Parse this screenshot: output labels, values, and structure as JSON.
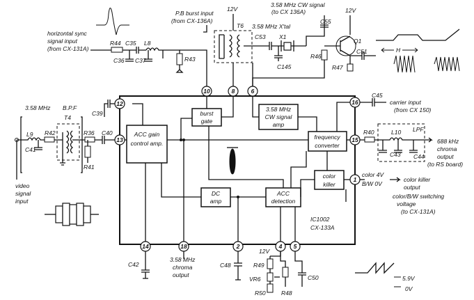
{
  "blocks": {
    "acc_gain_line1": "ACC gain",
    "acc_gain_line2": "control amp.",
    "burst_gate_line1": "burst",
    "burst_gate_line2": "gate",
    "cw_amp_line1": "3.58 MHz",
    "cw_amp_line2": "CW signal",
    "cw_amp_line3": "amp",
    "freq_conv_line1": "frequency",
    "freq_conv_line2": "converter",
    "color_killer_line1": "color",
    "color_killer_line2": "killer",
    "dc_amp_line1": "DC",
    "dc_amp_line2": "amp",
    "acc_detection_line1": "ACC",
    "acc_detection_line2": "detection"
  },
  "pins": {
    "p10": "10",
    "p8": "8",
    "p6": "6",
    "p12": "12",
    "p13": "13",
    "p16": "16",
    "p15": "15",
    "p1": "1",
    "p14": "14",
    "p18": "18",
    "p2": "2",
    "p4": "4",
    "p5": "5"
  },
  "components": {
    "r44": "R44",
    "c35": "C35",
    "l8": "L8",
    "c36": "C36",
    "c37": "C37",
    "r43": "R43",
    "t6": "T6",
    "c53": "C53",
    "x1": "X1",
    "c145": "C145",
    "c55": "C55",
    "q1": "Q1",
    "r46": "R46",
    "r47": "R47",
    "c51": "C51",
    "t4": "T4",
    "l9": "L9",
    "r42": "R42",
    "c41": "C41",
    "r36": "R36",
    "c40": "C40",
    "r41": "R41",
    "c39": "C39",
    "c45": "C45",
    "r40": "R40",
    "l10": "L10",
    "c43": "C43",
    "c44": "C44",
    "c42": "C42",
    "c48": "C48",
    "r49": "R49",
    "vr6": "VR6",
    "r50": "R50",
    "r48": "R48",
    "c50": "C50"
  },
  "labels": {
    "hsync_line1": "horizontal sync",
    "hsync_line2": "signal input",
    "hsync_line3": "(from CX-131A)",
    "pb_burst_line1": "P.B burst input",
    "pb_burst_line2": "(from CX-136A)",
    "v12": "12V",
    "xtal": "3.58 MHz X'tal",
    "cw_signal_line1": "3.58 MHz CW signal",
    "cw_signal_line2": "(to CX 136A)",
    "h": "H",
    "bpf_freq": "3.58 MHz",
    "bpf": "B.P.F",
    "video_line1": "video",
    "video_line2": "signal",
    "video_line3": "input",
    "carrier_line1": "carrier input",
    "carrier_line2": "(from CX 150)",
    "lpf": "LPF",
    "chroma_out_line1": "688 kHz",
    "chroma_out_line2": "chroma",
    "chroma_out_line3": "output",
    "chroma_out_line4": "(to RS board)",
    "killer_color": "color 4V",
    "killer_bw": "B/W 0V",
    "killer_out_line1": "color killer",
    "killer_out_line2": "output",
    "switching_line1": "color/B/W switching",
    "switching_line2": "voltage",
    "switching_line3": "(to CX-131A)",
    "ic_ref": "IC1002",
    "ic_part": "CX-133A",
    "chroma358_line1": "3.58 MHz",
    "chroma358_line2": "chroma",
    "chroma358_line3": "output",
    "ramp_high": "5.9V",
    "ramp_low": "0V"
  }
}
